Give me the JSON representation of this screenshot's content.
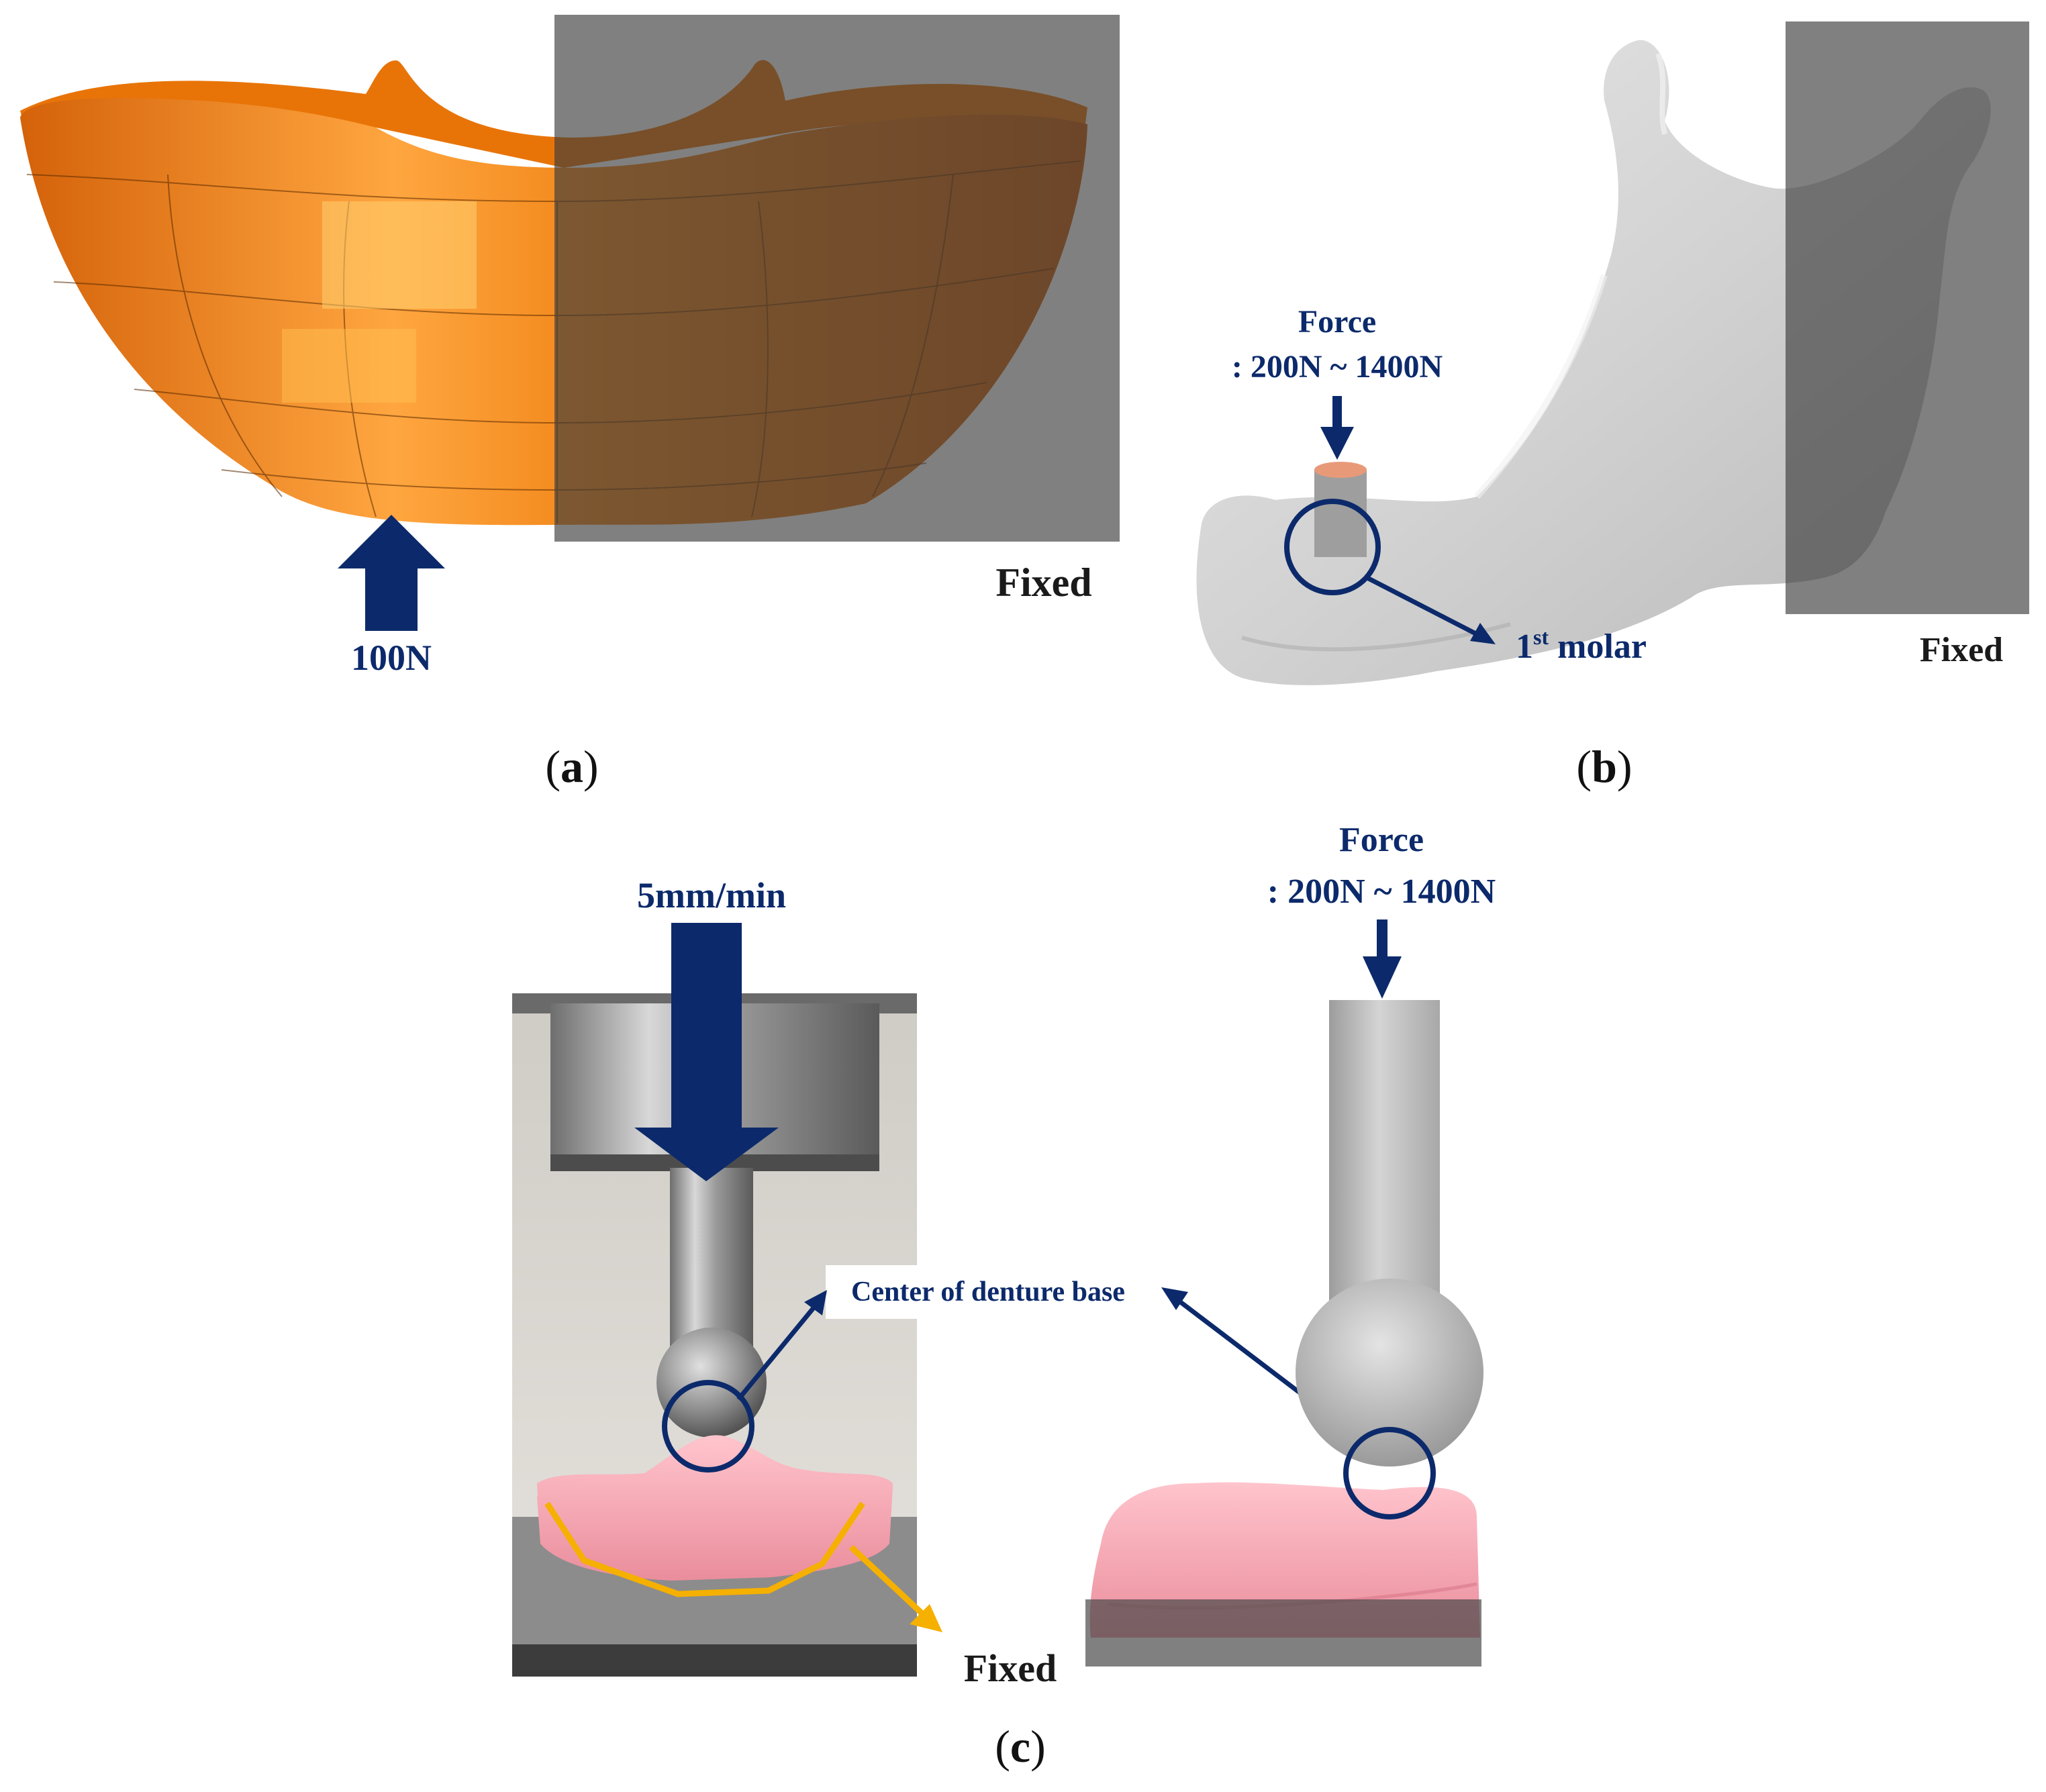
{
  "panels": {
    "a": {
      "force_label": "100N",
      "fixed_label": "Fixed",
      "caption": "a"
    },
    "b": {
      "force_title": "Force",
      "force_range": ": 200N ~ 1400N",
      "molar_label_main": "1",
      "molar_label_sup": "st",
      "molar_label_rest": " molar",
      "fixed_label": "Fixed",
      "caption": "b"
    },
    "c": {
      "speed_label": "5mm/min",
      "center_label": "Center of denture base",
      "fixed_label": "Fixed",
      "force_title": "Force",
      "force_range": ": 200N ~ 1400N",
      "caption": "c"
    }
  },
  "colors": {
    "arrow_navy": "#0c2a6b",
    "fixed_gray": "#555555",
    "denture_orange": "#f07a10",
    "mandible_gray": "#cfcfcf",
    "denture_pink": "#f2a7b4",
    "fixed_outline_yellow": "#f5b000"
  }
}
